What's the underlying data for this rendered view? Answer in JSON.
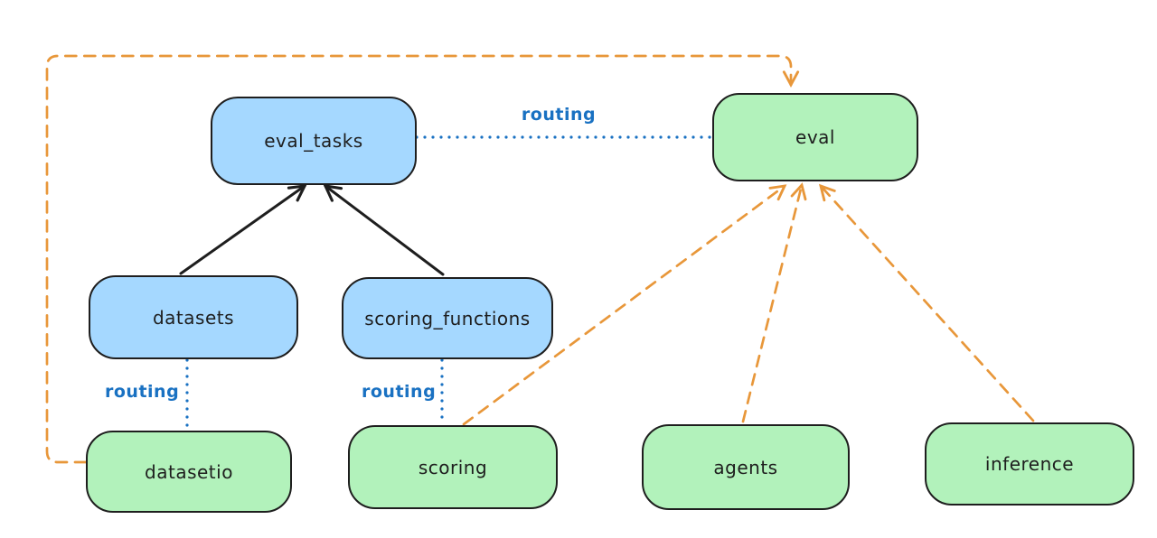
{
  "colors": {
    "background": "#ffffff",
    "ink": "#1e1e1e",
    "blue_fill": "#a5d8ff",
    "green_fill": "#b2f2bb",
    "routing_blue": "#1971c2",
    "orange": "#e8973a"
  },
  "nodes": {
    "eval_tasks": {
      "label": "eval_tasks",
      "color": "blue"
    },
    "eval": {
      "label": "eval",
      "color": "green"
    },
    "datasets": {
      "label": "datasets",
      "color": "blue"
    },
    "scoring_functions": {
      "label": "scoring_functions",
      "color": "blue"
    },
    "datasetio": {
      "label": "datasetio",
      "color": "green"
    },
    "scoring": {
      "label": "scoring",
      "color": "green"
    },
    "agents": {
      "label": "agents",
      "color": "green"
    },
    "inference": {
      "label": "inference",
      "color": "green"
    }
  },
  "edge_labels": {
    "routing": "routing"
  },
  "edges": [
    {
      "from": "datasets",
      "to": "eval_tasks",
      "style": "solid-black-arrow"
    },
    {
      "from": "scoring_functions",
      "to": "eval_tasks",
      "style": "solid-black-arrow"
    },
    {
      "from": "eval_tasks",
      "to": "eval",
      "style": "dotted-blue",
      "label": "routing"
    },
    {
      "from": "datasets",
      "to": "datasetio",
      "style": "dotted-blue",
      "label": "routing"
    },
    {
      "from": "scoring_functions",
      "to": "scoring",
      "style": "dotted-blue",
      "label": "routing"
    },
    {
      "from": "datasetio",
      "to": "eval",
      "style": "dashed-orange-arrow"
    },
    {
      "from": "scoring",
      "to": "eval",
      "style": "dashed-orange-arrow"
    },
    {
      "from": "agents",
      "to": "eval",
      "style": "dashed-orange-arrow"
    },
    {
      "from": "inference",
      "to": "eval",
      "style": "dashed-orange-arrow"
    }
  ]
}
